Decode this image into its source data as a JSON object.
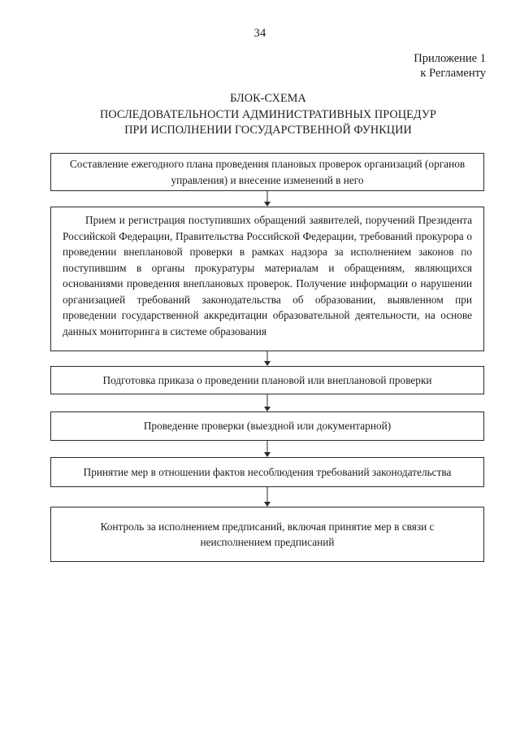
{
  "page": {
    "number": "34"
  },
  "header": {
    "appendix_lines": [
      "Приложение 1",
      "к Регламенту"
    ]
  },
  "title": {
    "line1": "БЛОК-СХЕМА",
    "line2": "ПОСЛЕДОВАТЕЛЬНОСТИ АДМИНИСТРАТИВНЫХ ПРОЦЕДУР",
    "line3": "ПРИ ИСПОЛНЕНИИ ГОСУДАРСТВЕННОЙ ФУНКЦИИ"
  },
  "flowchart": {
    "nodes": [
      {
        "id": "node-annual-plan",
        "text": "Составление ежегодного плана проведения плановых проверок организаций (органов управления) и внесение изменений в него",
        "align": "center"
      },
      {
        "id": "node-intake-registration",
        "text": "Прием и регистрация поступивших обращений заявителей, поручений Президента Российской Федерации, Правительства Российской Федерации, требований прокурора о проведении внеплановой проверки в рамках надзора за исполнением законов по поступившим в органы прокуратуры материалам и обращениям, являющихся основаниями проведения внеплановых проверок. Получение информации о нарушении организацией требований законодательства об образовании, выявленном при проведении государственной аккредитации образовательной деятельности, на основе данных мониторинга в системе образования",
        "align": "justify"
      },
      {
        "id": "node-order-preparation",
        "text": "Подготовка приказа о проведении плановой или внеплановой проверки",
        "align": "center"
      },
      {
        "id": "node-conduct-inspection",
        "text": "Проведение проверки (выездной или документарной)",
        "align": "center"
      },
      {
        "id": "node-measures-violations",
        "text": "Принятие мер в отношении фактов несоблюдения требований законодательства",
        "align": "center"
      },
      {
        "id": "node-control-execution",
        "text": "Контроль за исполнением предписаний, включая принятие мер в связи с неисполнением предписаний",
        "align": "center"
      }
    ],
    "connector_count": 5,
    "connector_direction": "down"
  },
  "colors": {
    "text": "#1b1b1b",
    "border": "#2a2a2a",
    "background": "#ffffff"
  }
}
